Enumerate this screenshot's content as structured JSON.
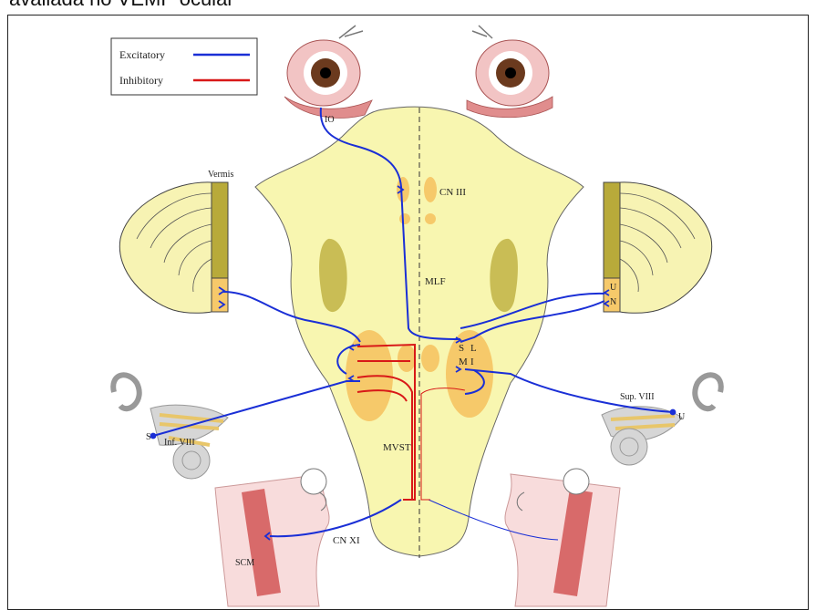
{
  "header": {
    "text": "avaliada no VEMP ocular"
  },
  "legend": {
    "excitatory": "Excitatory",
    "inhibitory": "Inhibitory"
  },
  "colors": {
    "excitatory": "#1a2fd6",
    "inhibitory": "#d81818",
    "brainstem": "#f8f6b0",
    "nucleus": "#f6c96a",
    "olive": "#c9bd55",
    "cerebellum": "#f7f3b3",
    "vermis": "#b8aa3a",
    "skin": "#f8dcdc",
    "muscle": "#d86a6a",
    "bone": "#d6d6d6"
  },
  "labels": {
    "io": "IO",
    "cn3": "CN III",
    "vermis": "Vermis",
    "mlf": "MLF",
    "u_left": "U",
    "n_left": "N",
    "s": "S",
    "l": "L",
    "m": "M",
    "i": "I",
    "sup8": "Sup. VIII",
    "u_right": "U",
    "s_left": "S",
    "inf8": "Inf. VIII",
    "mvst": "MVST",
    "cn11": "CN XI",
    "scm": "SCM"
  }
}
